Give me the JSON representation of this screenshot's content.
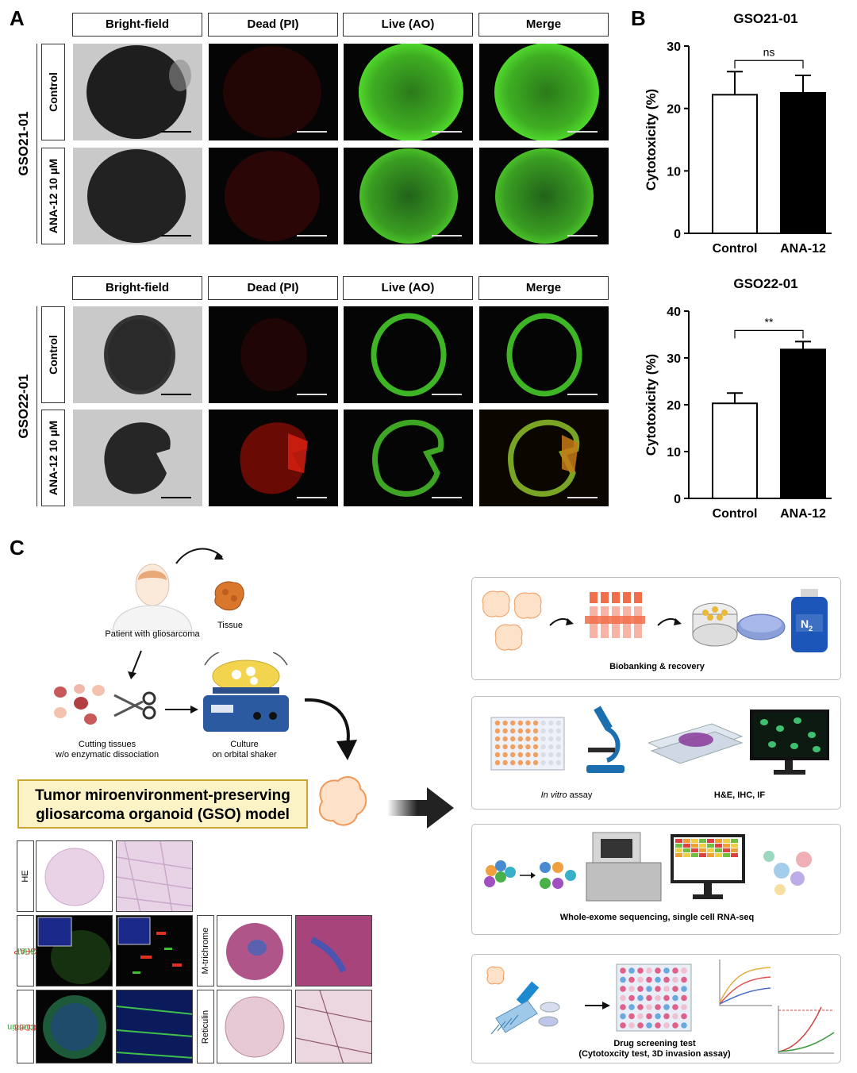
{
  "panels": {
    "a": "A",
    "b": "B",
    "c": "C"
  },
  "panel_a": {
    "columns": [
      "Bright-field",
      "Dead (PI)",
      "Live (AO)",
      "Merge"
    ],
    "groups": [
      {
        "name": "GSO21-01",
        "rows": [
          "Control",
          "ANA-12 10 μM"
        ]
      },
      {
        "name": "GSO22-01",
        "rows": [
          "Control",
          "ANA-12 10 μM"
        ]
      }
    ]
  },
  "chart_data": [
    {
      "type": "bar",
      "title": "GSO21-01",
      "categories": [
        "Control",
        "ANA-12"
      ],
      "values": [
        22.2,
        22.5
      ],
      "errors": [
        3.7,
        2.8
      ],
      "ylabel": "Cytotoxicity (%)",
      "ylim": [
        0,
        30
      ],
      "yticks": [
        0,
        10,
        20,
        30
      ],
      "significance": "ns",
      "bar_colors": [
        "#ffffff",
        "#000000"
      ]
    },
    {
      "type": "bar",
      "title": "GSO22-01",
      "categories": [
        "Control",
        "ANA-12"
      ],
      "values": [
        20.3,
        31.8
      ],
      "errors": [
        2.2,
        1.7
      ],
      "ylabel": "Cytotoxicity (%)",
      "ylim": [
        0,
        40
      ],
      "yticks": [
        0,
        10,
        20,
        30,
        40
      ],
      "significance": "**",
      "bar_colors": [
        "#ffffff",
        "#000000"
      ]
    }
  ],
  "panel_c": {
    "patient_label": "Patient with gliosarcoma",
    "tissue_label": "Tissue",
    "cutting_label_1": "Cutting tissues",
    "cutting_label_2": "w/o enzymatic dissociation",
    "culture_label_1": "Culture",
    "culture_label_2": "on orbital shaker",
    "gso_title_1": "Tumor miroenvironment-preserving",
    "gso_title_2": "gliosarcoma organoid (GSO) model",
    "histo_labels": {
      "he": "HE",
      "gfap": "GFAP",
      "ki67": "/Ki67",
      "cd68": "CD68",
      "vimentin": "/Vimentin",
      "trichrome": "M-trichrome",
      "reticulin": "Reticulin"
    },
    "biobanking_label": "Biobanking & recovery",
    "n2_label": "N",
    "n2_sub": "2",
    "invitro_italic": "In vitro",
    "invitro_rest": " assay",
    "staining_label": "H&E, IHC, IF",
    "sequencing_label": "Whole-exome sequencing, single cell RNA-seq",
    "drug_label_1": "Drug screening test",
    "drug_label_2": "(Cytotoxcity test, 3D invasion assay)"
  },
  "colors": {
    "brightfield_bg": "#c9c9c9",
    "pi_red": "#c8140a",
    "ao_green": "#2fd02a",
    "organoid_orange": "#f9c79a",
    "gso_box_fill": "#fbf2c6",
    "gso_box_border": "#c9a832"
  }
}
